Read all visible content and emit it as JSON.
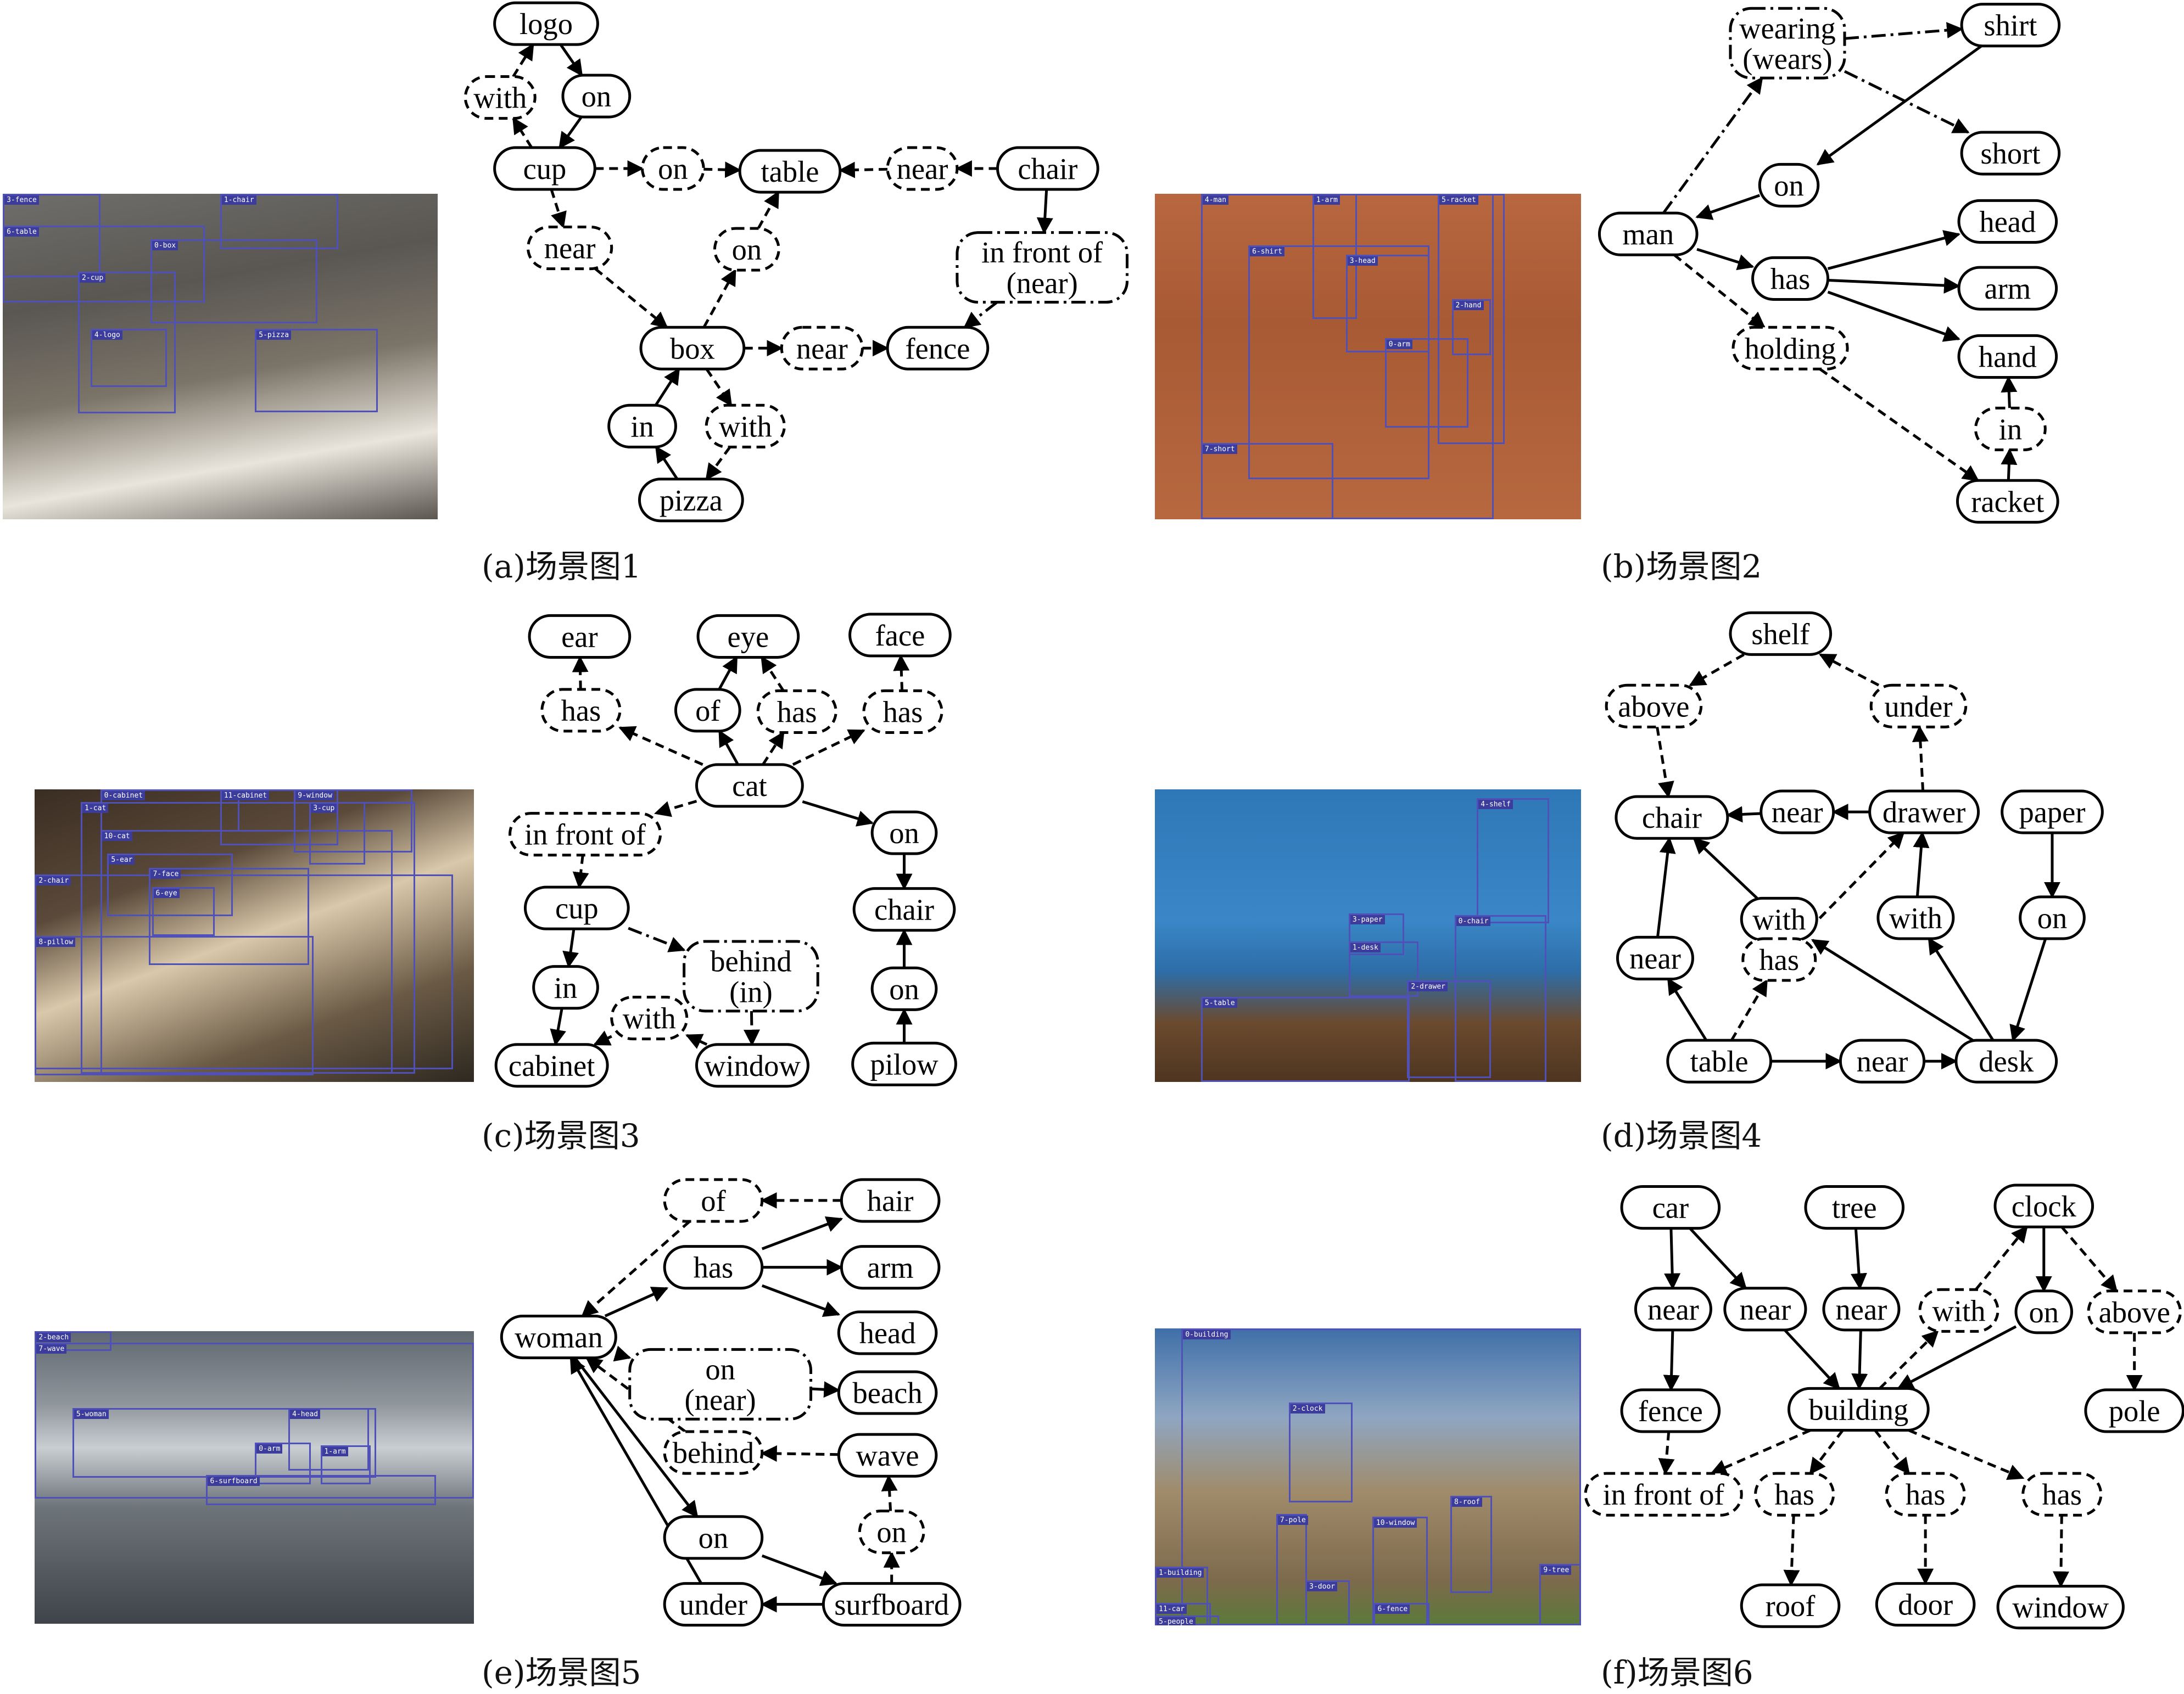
{
  "colors": {
    "box": "#4f50b8",
    "box_label": "#3b3c9c",
    "edge": "#000000"
  },
  "panels": [
    {
      "id": "a",
      "caption": "(a)场景图1",
      "photo": {
        "bg": "linear-gradient(170deg,#6f6e6a 0%,#5a5753 30%,#7b7468 55%,#e9e5dc 78%,#5b5650 100%)",
        "boxes": [
          {
            "label": "3-fence"
          },
          {
            "label": "6-table"
          },
          {
            "label": "1-chair"
          },
          {
            "label": "0-box"
          },
          {
            "label": "2-cup"
          },
          {
            "label": "4-logo"
          },
          {
            "label": "5-pizza"
          }
        ]
      },
      "nodes": [
        {
          "id": "logo",
          "label": "logo",
          "style": "solid"
        },
        {
          "id": "with1",
          "label": "with",
          "style": "dashed"
        },
        {
          "id": "on1",
          "label": "on",
          "style": "solid"
        },
        {
          "id": "cup",
          "label": "cup",
          "style": "solid"
        },
        {
          "id": "on2",
          "label": "on",
          "style": "dashed"
        },
        {
          "id": "table",
          "label": "table",
          "style": "solid"
        },
        {
          "id": "near1",
          "label": "near",
          "style": "dashed"
        },
        {
          "id": "chair",
          "label": "chair",
          "style": "solid"
        },
        {
          "id": "near2",
          "label": "near",
          "style": "dashed"
        },
        {
          "id": "on3",
          "label": "on",
          "style": "dashed"
        },
        {
          "id": "infront",
          "label": [
            "in front of",
            "(near)"
          ],
          "style": "dashdot"
        },
        {
          "id": "box",
          "label": "box",
          "style": "solid"
        },
        {
          "id": "near3",
          "label": "near",
          "style": "dashed"
        },
        {
          "id": "fence",
          "label": "fence",
          "style": "solid"
        },
        {
          "id": "in1",
          "label": "in",
          "style": "solid"
        },
        {
          "id": "with2",
          "label": "with",
          "style": "dashed"
        },
        {
          "id": "pizza",
          "label": "pizza",
          "style": "solid"
        }
      ]
    },
    {
      "id": "b",
      "caption": "(b)场景图2",
      "photo": {
        "bg": "linear-gradient(180deg,#b8673f 0%,#a85a34 40%,#b7683f 100%)",
        "boxes": [
          {
            "label": "4-man"
          },
          {
            "label": "1-arm"
          },
          {
            "label": "5-racket"
          },
          {
            "label": "6-shirt"
          },
          {
            "label": "3-head"
          },
          {
            "label": "2-hand"
          },
          {
            "label": "0-arm"
          },
          {
            "label": "7-short"
          }
        ]
      },
      "nodes": [
        {
          "id": "wearing",
          "label": [
            "wearing",
            "(wears)"
          ],
          "style": "dashdot"
        },
        {
          "id": "shirt",
          "label": "shirt",
          "style": "solid"
        },
        {
          "id": "short",
          "label": "short",
          "style": "solid"
        },
        {
          "id": "on",
          "label": "on",
          "style": "solid"
        },
        {
          "id": "man",
          "label": "man",
          "style": "solid"
        },
        {
          "id": "head",
          "label": "head",
          "style": "solid"
        },
        {
          "id": "has",
          "label": "has",
          "style": "solid"
        },
        {
          "id": "arm",
          "label": "arm",
          "style": "solid"
        },
        {
          "id": "holding",
          "label": "holding",
          "style": "dashed"
        },
        {
          "id": "hand",
          "label": "hand",
          "style": "solid"
        },
        {
          "id": "in",
          "label": "in",
          "style": "dashed"
        },
        {
          "id": "racket",
          "label": "racket",
          "style": "solid"
        }
      ]
    },
    {
      "id": "c",
      "caption": "(c)场景图3",
      "photo": {
        "bg": "linear-gradient(160deg,#3a2d22 0%,#5b4a3a 30%,#d9c8aa 50%,#6a5a45 75%,#2e2820 100%)",
        "boxes": [
          {
            "label": "0-cabinet"
          },
          {
            "label": "11-cabinet"
          },
          {
            "label": "9-window"
          },
          {
            "label": "1-cat"
          },
          {
            "label": "3-cup"
          },
          {
            "label": "10-cat"
          },
          {
            "label": "5-ear"
          },
          {
            "label": "2-chair"
          },
          {
            "label": "7-face"
          },
          {
            "label": "6-eye"
          },
          {
            "label": "8-pillow"
          }
        ]
      },
      "nodes": [
        {
          "id": "ear",
          "label": "ear",
          "style": "solid"
        },
        {
          "id": "eye",
          "label": "eye",
          "style": "solid"
        },
        {
          "id": "face",
          "label": "face",
          "style": "solid"
        },
        {
          "id": "has1",
          "label": "has",
          "style": "dashed"
        },
        {
          "id": "of",
          "label": "of",
          "style": "solid"
        },
        {
          "id": "has2",
          "label": "has",
          "style": "dashed"
        },
        {
          "id": "has3",
          "label": "has",
          "style": "dashed"
        },
        {
          "id": "cat",
          "label": "cat",
          "style": "solid"
        },
        {
          "id": "infront",
          "label": "in front of",
          "style": "dashed"
        },
        {
          "id": "on1",
          "label": "on",
          "style": "solid"
        },
        {
          "id": "cup",
          "label": "cup",
          "style": "solid"
        },
        {
          "id": "chair",
          "label": "chair",
          "style": "solid"
        },
        {
          "id": "behind",
          "label": [
            "behind",
            "(in)"
          ],
          "style": "dashdot"
        },
        {
          "id": "in",
          "label": "in",
          "style": "solid"
        },
        {
          "id": "on2",
          "label": "on",
          "style": "solid"
        },
        {
          "id": "with",
          "label": "with",
          "style": "dashed"
        },
        {
          "id": "cabinet",
          "label": "cabinet",
          "style": "solid"
        },
        {
          "id": "window",
          "label": "window",
          "style": "solid"
        },
        {
          "id": "pilow",
          "label": "pilow",
          "style": "solid"
        }
      ]
    },
    {
      "id": "d",
      "caption": "(d)场景图4",
      "photo": {
        "bg": "linear-gradient(180deg,#2f78b8 0%,#3a86c6 45%,#2d6ea8 62%,#6b4a2e 80%,#4e3520 100%)",
        "boxes": [
          {
            "label": "4-shelf"
          },
          {
            "label": "3-paper"
          },
          {
            "label": "0-chair"
          },
          {
            "label": "1-desk"
          },
          {
            "label": "2-drawer"
          },
          {
            "label": "5-table"
          }
        ]
      },
      "nodes": [
        {
          "id": "shelf",
          "label": "shelf",
          "style": "solid"
        },
        {
          "id": "above",
          "label": "above",
          "style": "dashed"
        },
        {
          "id": "under",
          "label": "under",
          "style": "dashed"
        },
        {
          "id": "chair",
          "label": "chair",
          "style": "solid"
        },
        {
          "id": "near1",
          "label": "near",
          "style": "solid"
        },
        {
          "id": "drawer",
          "label": "drawer",
          "style": "solid"
        },
        {
          "id": "paper",
          "label": "paper",
          "style": "solid"
        },
        {
          "id": "with1",
          "label": "with",
          "style": "solid"
        },
        {
          "id": "with2",
          "label": "with",
          "style": "solid"
        },
        {
          "id": "on",
          "label": "on",
          "style": "solid"
        },
        {
          "id": "near2",
          "label": "near",
          "style": "solid"
        },
        {
          "id": "has",
          "label": "has",
          "style": "dashed"
        },
        {
          "id": "table",
          "label": "table",
          "style": "solid"
        },
        {
          "id": "near3",
          "label": "near",
          "style": "solid"
        },
        {
          "id": "desk",
          "label": "desk",
          "style": "solid"
        }
      ]
    },
    {
      "id": "e",
      "caption": "(e)场景图5",
      "photo": {
        "bg": "linear-gradient(180deg,#5f6770 0%,#8f969c 25%,#c9ced2 40%,#6d747a 60%,#3e444a 100%)",
        "boxes": [
          {
            "label": "2-beach"
          },
          {
            "label": "7-wave"
          },
          {
            "label": "5-woman"
          },
          {
            "label": "4-head"
          },
          {
            "label": "0-arm"
          },
          {
            "label": "1-arm"
          },
          {
            "label": "6-surfboard"
          }
        ]
      },
      "nodes": [
        {
          "id": "of",
          "label": "of",
          "style": "dashed"
        },
        {
          "id": "hair",
          "label": "hair",
          "style": "solid"
        },
        {
          "id": "has",
          "label": "has",
          "style": "solid"
        },
        {
          "id": "arm",
          "label": "arm",
          "style": "solid"
        },
        {
          "id": "woman",
          "label": "woman",
          "style": "solid"
        },
        {
          "id": "head",
          "label": "head",
          "style": "solid"
        },
        {
          "id": "onnear",
          "label": [
            "on",
            "(near)"
          ],
          "style": "dashdot"
        },
        {
          "id": "beach",
          "label": "beach",
          "style": "solid"
        },
        {
          "id": "behind",
          "label": "behind",
          "style": "dashed"
        },
        {
          "id": "wave",
          "label": "wave",
          "style": "solid"
        },
        {
          "id": "on2",
          "label": "on",
          "style": "dashed"
        },
        {
          "id": "on1",
          "label": "on",
          "style": "solid"
        },
        {
          "id": "under",
          "label": "under",
          "style": "solid"
        },
        {
          "id": "surfboard",
          "label": "surfboard",
          "style": "solid"
        }
      ]
    },
    {
      "id": "f",
      "caption": "(f)场景图6",
      "photo": {
        "bg": "linear-gradient(180deg,#3f6fa8 0%,#8fa6c2 30%,#a08b6a 55%,#7d6a4c 85%,#5a7a3a 100%)",
        "boxes": [
          {
            "label": "0-building"
          },
          {
            "label": "2-clock"
          },
          {
            "label": "8-roof"
          },
          {
            "label": "7-pole"
          },
          {
            "label": "10-window"
          },
          {
            "label": "1-building"
          },
          {
            "label": "3-door"
          },
          {
            "label": "11-car"
          },
          {
            "label": "6-fence"
          },
          {
            "label": "9-tree"
          },
          {
            "label": "5-people"
          }
        ]
      },
      "nodes": [
        {
          "id": "car",
          "label": "car",
          "style": "solid"
        },
        {
          "id": "tree",
          "label": "tree",
          "style": "solid"
        },
        {
          "id": "clock",
          "label": "clock",
          "style": "solid"
        },
        {
          "id": "near1",
          "label": "near",
          "style": "solid"
        },
        {
          "id": "near2",
          "label": "near",
          "style": "solid"
        },
        {
          "id": "near3",
          "label": "near",
          "style": "solid"
        },
        {
          "id": "with",
          "label": "with",
          "style": "dashed"
        },
        {
          "id": "on",
          "label": "on",
          "style": "solid"
        },
        {
          "id": "above",
          "label": "above",
          "style": "dashed"
        },
        {
          "id": "fence",
          "label": "fence",
          "style": "solid"
        },
        {
          "id": "building",
          "label": "building",
          "style": "solid"
        },
        {
          "id": "pole",
          "label": "pole",
          "style": "solid"
        },
        {
          "id": "infront",
          "label": "in front of",
          "style": "dashed"
        },
        {
          "id": "has1",
          "label": "has",
          "style": "dashed"
        },
        {
          "id": "has2",
          "label": "has",
          "style": "dashed"
        },
        {
          "id": "has3",
          "label": "has",
          "style": "dashed"
        },
        {
          "id": "roof",
          "label": "roof",
          "style": "solid"
        },
        {
          "id": "door",
          "label": "door",
          "style": "solid"
        },
        {
          "id": "window",
          "label": "window",
          "style": "solid"
        }
      ]
    }
  ]
}
